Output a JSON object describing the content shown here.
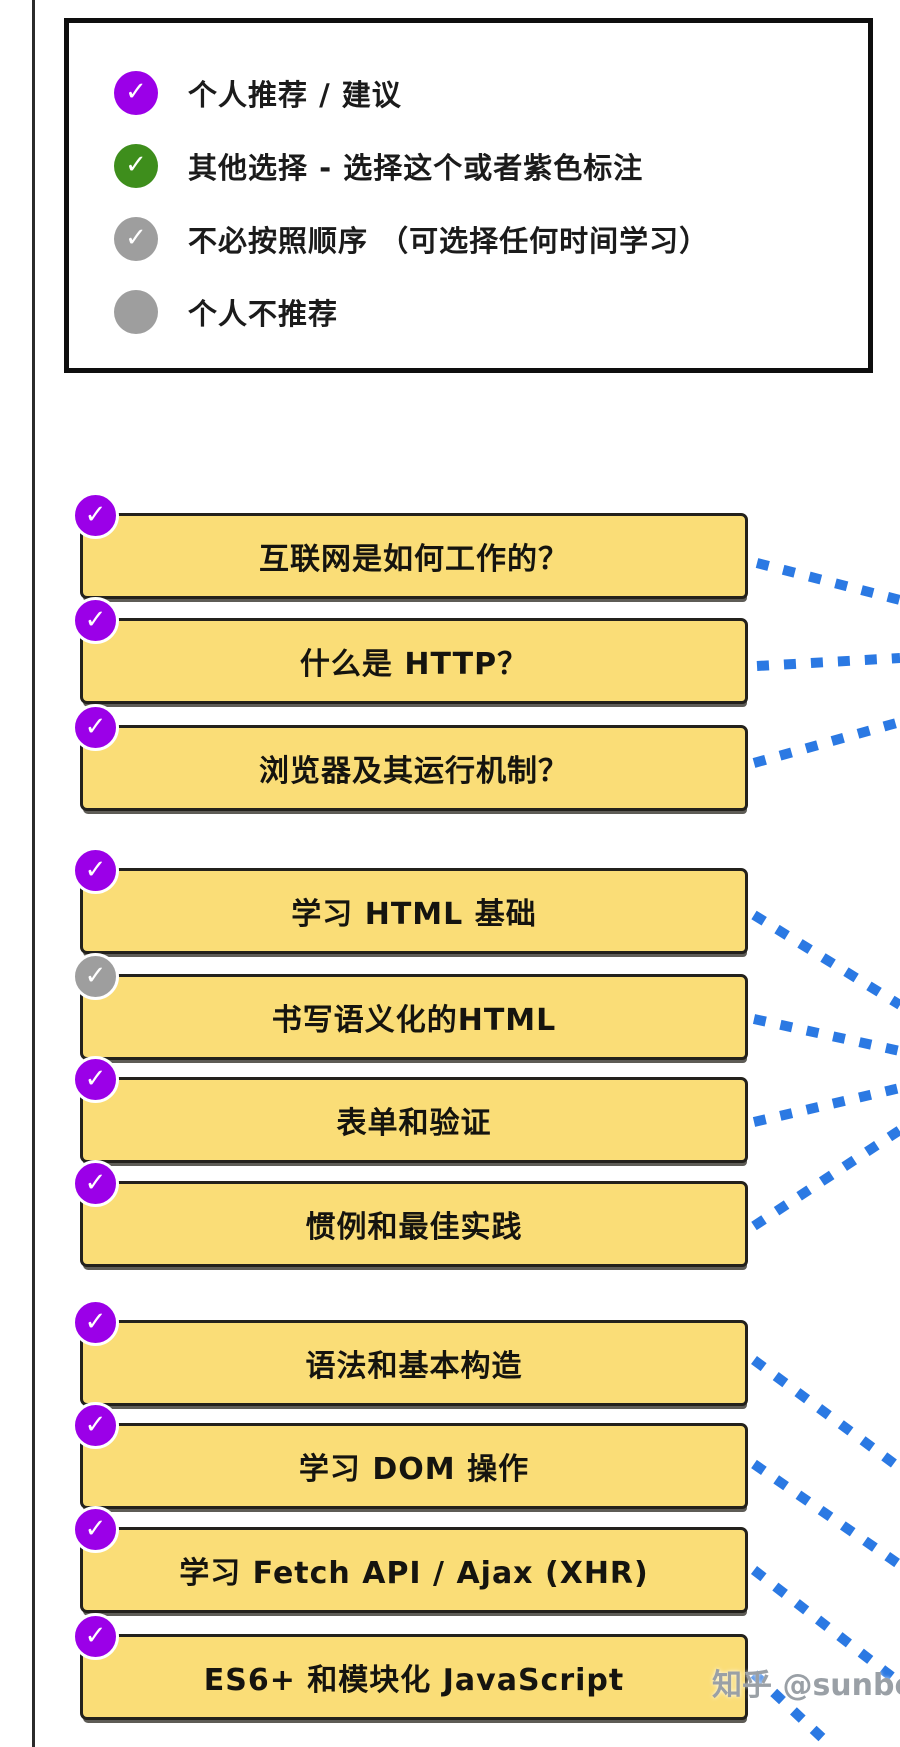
{
  "page": {
    "watermark": "知乎 @sunboy"
  },
  "icons": {
    "check": "✓"
  },
  "legend": {
    "items": [
      {
        "type": "purple-check",
        "label": "个人推荐 / 建议"
      },
      {
        "type": "green-check",
        "label": "其他选择 - 选择这个或者紫色标注"
      },
      {
        "type": "gray-check",
        "label": "不必按照顺序 （可选择任何时间学习）"
      },
      {
        "type": "gray-dot",
        "label": "个人不推荐"
      }
    ]
  },
  "nodes": [
    {
      "id": "how-internet-works",
      "label": "互联网是如何工作的？",
      "badge": "purple-check"
    },
    {
      "id": "what-is-http",
      "label": "什么是 HTTP？",
      "badge": "purple-check"
    },
    {
      "id": "browsers-how-they-work",
      "label": "浏览器及其运行机制？",
      "badge": "purple-check"
    },
    {
      "id": "learn-html-basics",
      "label": "学习 HTML 基础",
      "badge": "purple-check"
    },
    {
      "id": "semantic-html",
      "label": "书写语义化的HTML",
      "badge": "gray-check"
    },
    {
      "id": "forms-validation",
      "label": "表单和验证",
      "badge": "purple-check"
    },
    {
      "id": "conventions-best-practices",
      "label": "惯例和最佳实践",
      "badge": "purple-check"
    },
    {
      "id": "syntax-constructs",
      "label": "语法和基本构造",
      "badge": "purple-check"
    },
    {
      "id": "dom-manipulation",
      "label": "学习 DOM 操作",
      "badge": "purple-check"
    },
    {
      "id": "fetch-ajax-xhr",
      "label": "学习 Fetch API / Ajax (XHR)",
      "badge": "purple-check"
    },
    {
      "id": "es6-modular-js",
      "label": "ES6+ 和模块化 JavaScript",
      "badge": "purple-check"
    }
  ],
  "colors": {
    "accent_purple": "#9B00E8",
    "accent_green": "#3E8E1C",
    "accent_gray": "#9E9E9E",
    "node_fill": "#FADD77",
    "connector_blue": "#2B79E3"
  }
}
